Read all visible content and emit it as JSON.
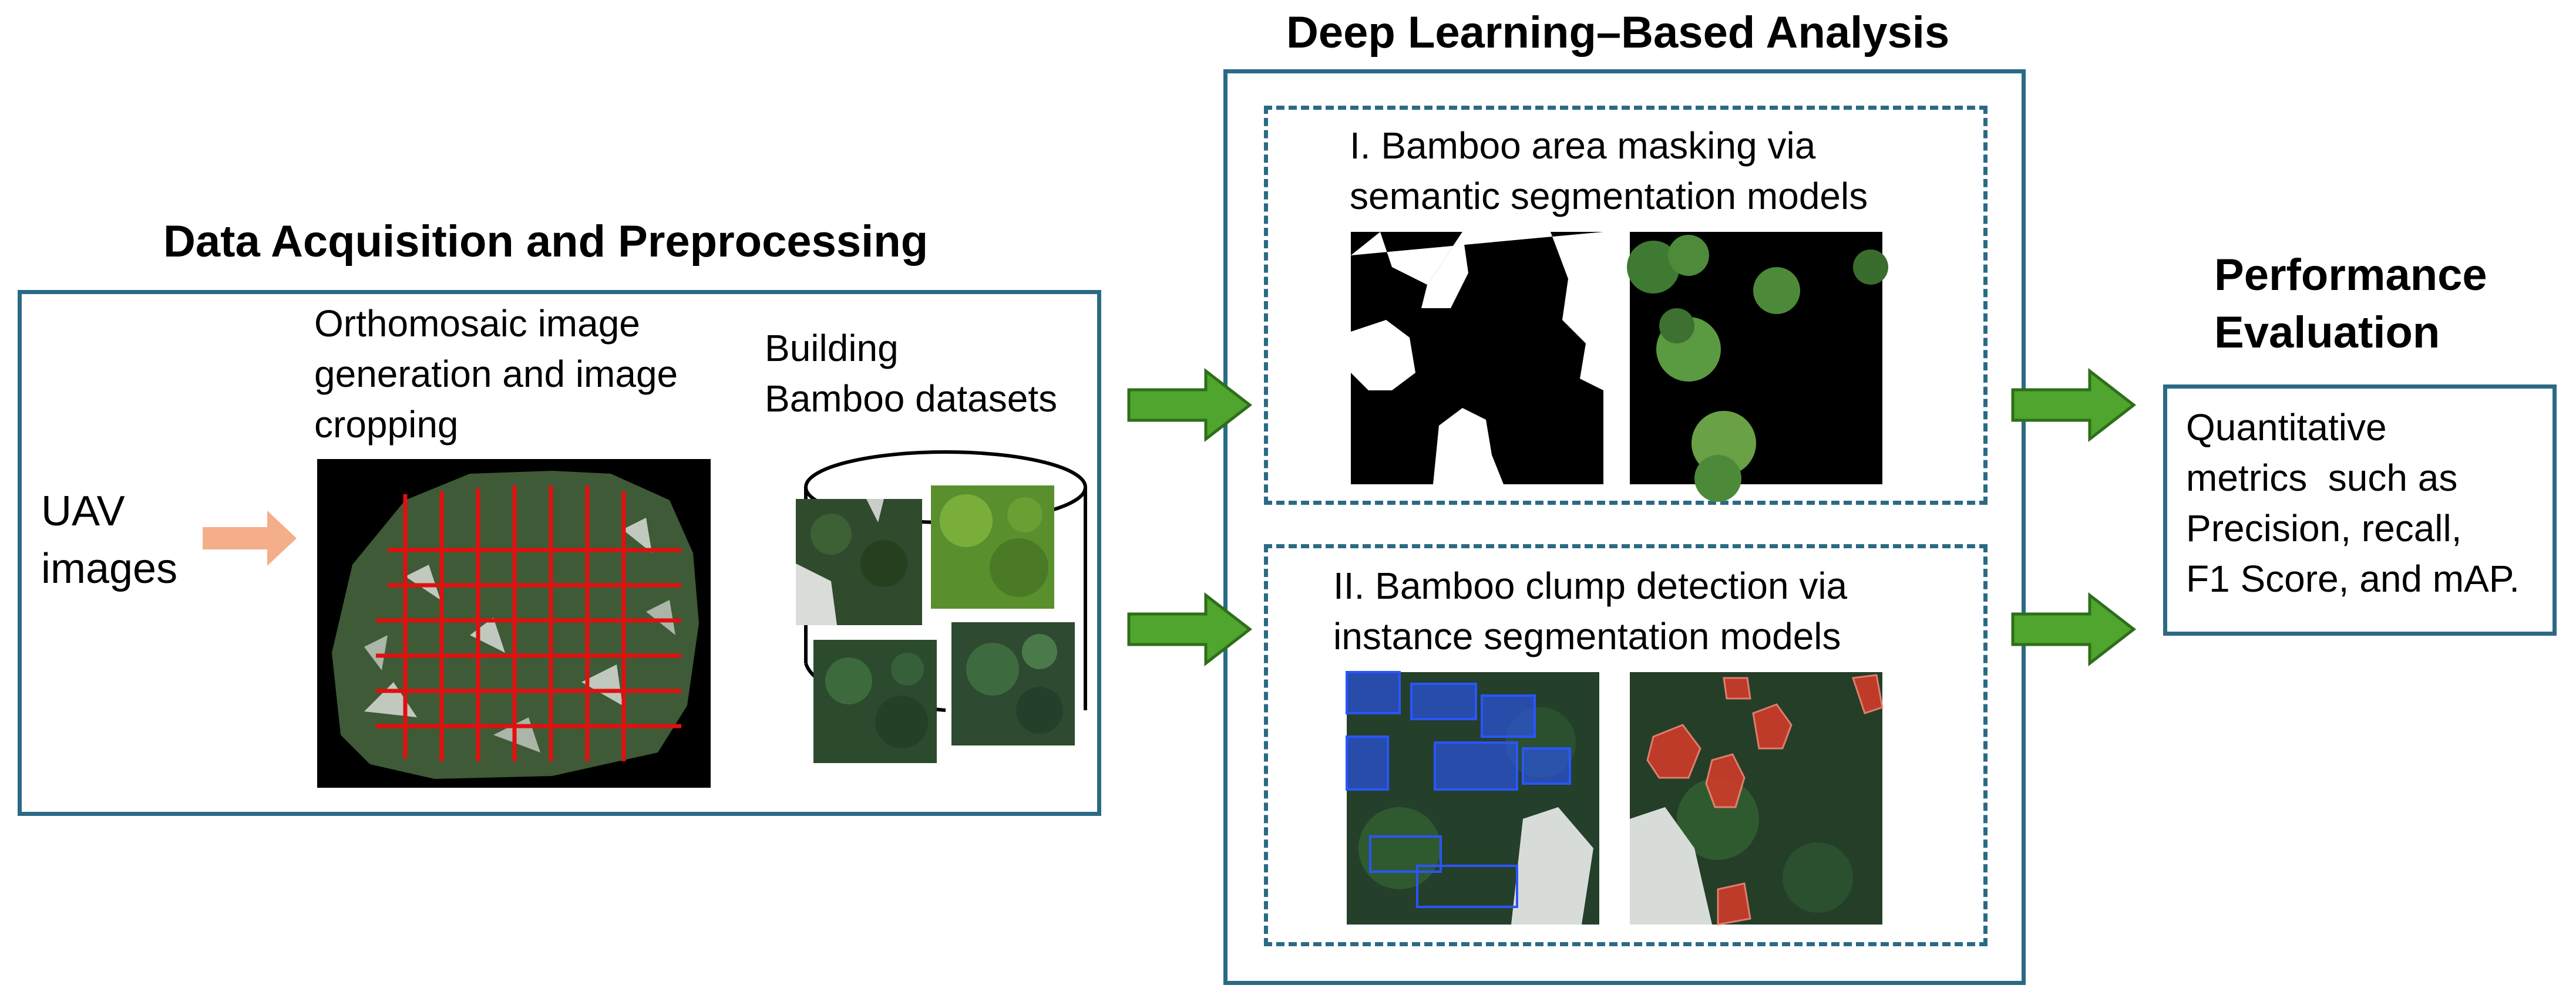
{
  "left": {
    "title": "Data Acquisition and Preprocessing",
    "uav_line1": "UAV",
    "uav_line2": "images",
    "ortho_line1": "Orthomosaic image",
    "ortho_line2": "generation and image",
    "ortho_line3": "cropping",
    "dataset_line1": "Building",
    "dataset_line2": "Bamboo datasets"
  },
  "middle": {
    "title": "Deep Learning–Based Analysis",
    "stage1_line1": "I. Bamboo area masking via",
    "stage1_line2": "semantic segmentation models",
    "stage2_line1": "II. Bamboo clump detection via",
    "stage2_line2": "instance segmentation models"
  },
  "right": {
    "title_line1": "Performance",
    "title_line2": "Evaluation",
    "metrics_line1": "Quantitative",
    "metrics_line2": "metrics  such as",
    "metrics_line3": "Precision, recall,",
    "metrics_line4": "F1 Score, and mAP."
  },
  "colors": {
    "frame": "#2b6a85",
    "flow_arrow": "#4fa52d",
    "input_arrow": "#f4ae8a",
    "grid_lines": "#e01010",
    "mask_instances": "#d93a2a",
    "detection_boxes": "#2a55ff"
  }
}
